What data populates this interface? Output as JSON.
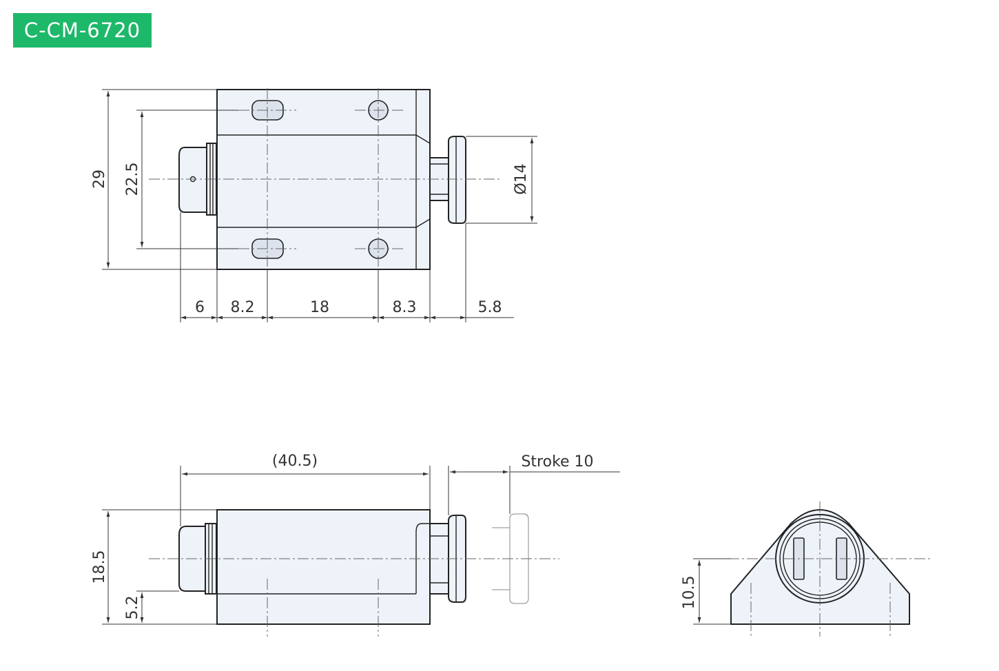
{
  "product_code": "C-CM-6720",
  "colors": {
    "badge_bg": "#1eb86a",
    "part_fill": "#eef3fa"
  },
  "views": {
    "front": {
      "dims": {
        "height_total": "29",
        "hole_spacing": "22.5",
        "button_diameter": "Ø14",
        "cap_length": "6",
        "offset_left": "8.2",
        "hole_pitch": "18",
        "offset_right": "8.3",
        "button_protrusion": "5.8"
      }
    },
    "side": {
      "dims": {
        "overall_length": "(40.5)",
        "stroke": "Stroke 10",
        "height": "18.5",
        "base_height": "5.2"
      }
    },
    "end": {
      "dims": {
        "center_height": "10.5"
      }
    }
  }
}
